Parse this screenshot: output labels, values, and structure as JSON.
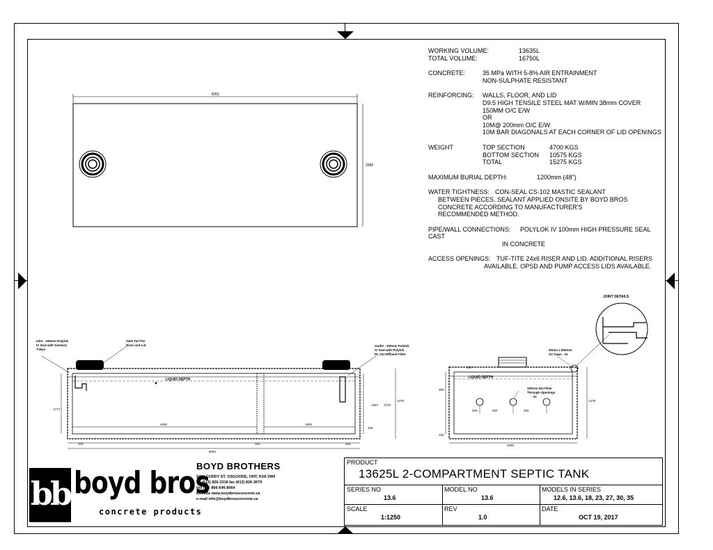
{
  "specs": {
    "working_volume_label": "WORKING VOLUME:",
    "working_volume": "13635L",
    "total_volume_label": "TOTAL VOLUME:",
    "total_volume": "16750L",
    "concrete_label": "CONCRETE:",
    "concrete_1": "35 MPa WITH 5-8% AIR ENTRAINMENT",
    "concrete_2": "NON-SULPHATE RESISTANT",
    "reinforcing_label": "REINFORCING:",
    "reinforcing_1": "WALLS, FLOOR, AND LID",
    "reinforcing_2": "D9.5 HIGH TENSILE STEEL MAT W/MIN 38mm COVER",
    "reinforcing_3": "150MM O/C E/W",
    "reinforcing_4": "OR",
    "reinforcing_5": "10M@ 200mm O/C E/W",
    "reinforcing_6": "10M BAR DIAGONALS AT EACH CORNER OF LID OPENINGS",
    "weight_label": "WEIGHT",
    "top_section_label": "TOP SECTION",
    "top_section": "4700 KGS",
    "bottom_section_label": "BOTTOM SECTION",
    "bottom_section": "10575 KGS",
    "total_label": "TOTAL",
    "total": "15275 KGS",
    "burial_label": "MAXIMUM BURIAL DEPTH:",
    "burial": "1200mm (48\")",
    "water_label": "WATER TIGHTNESS:",
    "water_1": "CON-SEAL CS-102 MASTIC SEALANT",
    "water_2": "BETWEEN PIECES.  SEALANT APPLIED ONSITE BY BOYD BROS",
    "water_3": "CONCRETE ACCORDING TO MANUFACTURER'S",
    "water_4": "RECOMMENDED METHOD.",
    "pipe_label": "PIPE/WALL CONNECTIONS:",
    "pipe_1": "POLYLOK IV 100mm HIGH PRESSURE SEAL CAST",
    "pipe_2": "IN CONCRETE",
    "access_label": "ACCESS OPENINGS:",
    "access_1": "TUF-TITE 24x6 RISER AND LID.  ADDITIONAL RISERS",
    "access_2": "AVAILABLE.  OPSD AND PUMP ACCESS LIDS AVAILABLE."
  },
  "plan": {
    "dim_length": "6050",
    "dim_width": "2580"
  },
  "section": {
    "inlet_note_1": "Inlet - 100mm Polylok",
    "inlet_note_2": "IV Seal with Sanitary",
    "inlet_note_3": "T-Wye",
    "riser_note_1": "24x6 Tuf-Tite",
    "riser_note_2": "Riser and Lid",
    "outlet_note_1": "Outlet - 100mm Polylok",
    "outlet_note_2": "IV Seal with Polylok",
    "outlet_note_3": "PL-122 Effluent Filter",
    "liquid_depth": "LIQUID DEPTH",
    "dim_height": "1774",
    "dim_comp1": "4000",
    "dim_comp2": "1900",
    "dim_total": "6050",
    "dim_wall_left": "100",
    "dim_mid": "150",
    "dim_wall_right": "100",
    "dim_outlet_1": "1324",
    "dim_outlet_2": "1370",
    "dim_overall_h": "1479",
    "dim_small": "100"
  },
  "end_view": {
    "joint_details": "JOINT DETAILS",
    "air_gaps_1": "50mm x 800mm",
    "air_gaps_2": "Air Gaps - 2x",
    "liquid_depth": "LIQUID DEPTH",
    "flow_1": "100mm Dia Flow",
    "flow_2": "Through Openings",
    "flow_3": "- 3x",
    "dim_top": "150",
    "dim_left": "380",
    "dim_o1": "400",
    "dim_o2": "400",
    "dim_o3": "400",
    "dim_base": "150",
    "dim_width": "2580",
    "dim_height": "1479"
  },
  "company": {
    "name": "BOYD BROTHERS",
    "address": "5480 CUDDY ST, OSGOODE, ONT, K0A 2W0",
    "tel": "tel (613) 826-2318     fax (613) 826-3679",
    "tollfree": "toll free 866-646-8664",
    "website": "website   www.boydbrosconcrete.ca",
    "email": "e-mail    info@boydbrosconcrete.ca",
    "logo_bb": "bb",
    "logo_main": "boyd bros",
    "logo_sub": "concrete products"
  },
  "title_block": {
    "product_label": "PRODUCT",
    "product": "13625L 2-COMPARTMENT SEPTIC TANK",
    "series_label": "SERIES NO",
    "series": "13.6",
    "model_label": "MODEL NO",
    "model": "13.6",
    "models_label": "MODELS IN SERIES",
    "models": "12.6, 13.6, 18, 23, 27, 30, 35",
    "scale_label": "SCALE",
    "scale": "1:1250",
    "rev_label": "REV",
    "rev": "1.0",
    "date_label": "DATE",
    "date": "OCT 19, 2017"
  },
  "colors": {
    "line": "#000000",
    "background": "#ffffff"
  }
}
